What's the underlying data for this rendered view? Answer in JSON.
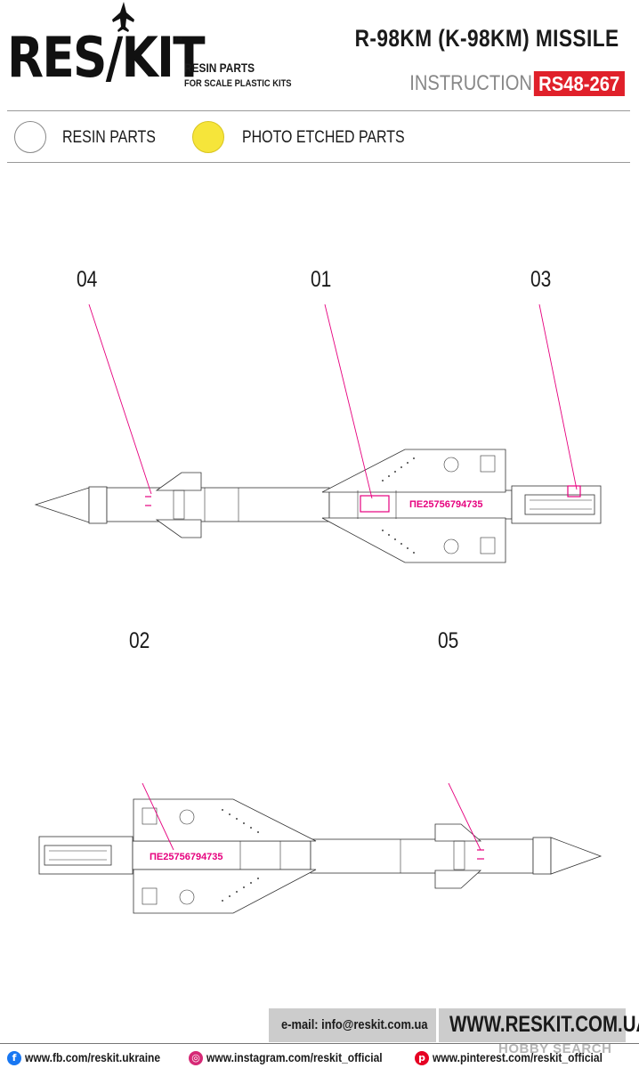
{
  "header": {
    "logo": "RES/KIT",
    "trademark": "™",
    "tagline_1": "RESIN PARTS",
    "tagline_2": "FOR SCALE PLASTIC KITS",
    "title": "R-98KM (K-98KM) MISSILE",
    "instruction_label": "INSTRUCTION",
    "product_code": "RS48-267"
  },
  "legend": {
    "items": [
      {
        "label": "RESIN PARTS",
        "color": "#ffffff"
      },
      {
        "label": "PHOTO ETCHED PARTS",
        "color": "#f6e53a"
      }
    ]
  },
  "diagram": {
    "stencil_text": "ПЕ25756794735",
    "stencil_color": "#e6007e",
    "view_top_callouts": [
      "04",
      "01",
      "03"
    ],
    "view_bottom_callouts": [
      "02",
      "05"
    ]
  },
  "footer": {
    "email": "e-mail: info@reskit.com.ua",
    "website": "WWW.RESKIT.COM.UA",
    "facebook": "www.fb.com/reskit.ukraine",
    "instagram": "www.instagram.com/reskit_official",
    "pinterest": "www.pinterest.com/reskit_official",
    "watermark": "HOBBY SEARCH"
  }
}
